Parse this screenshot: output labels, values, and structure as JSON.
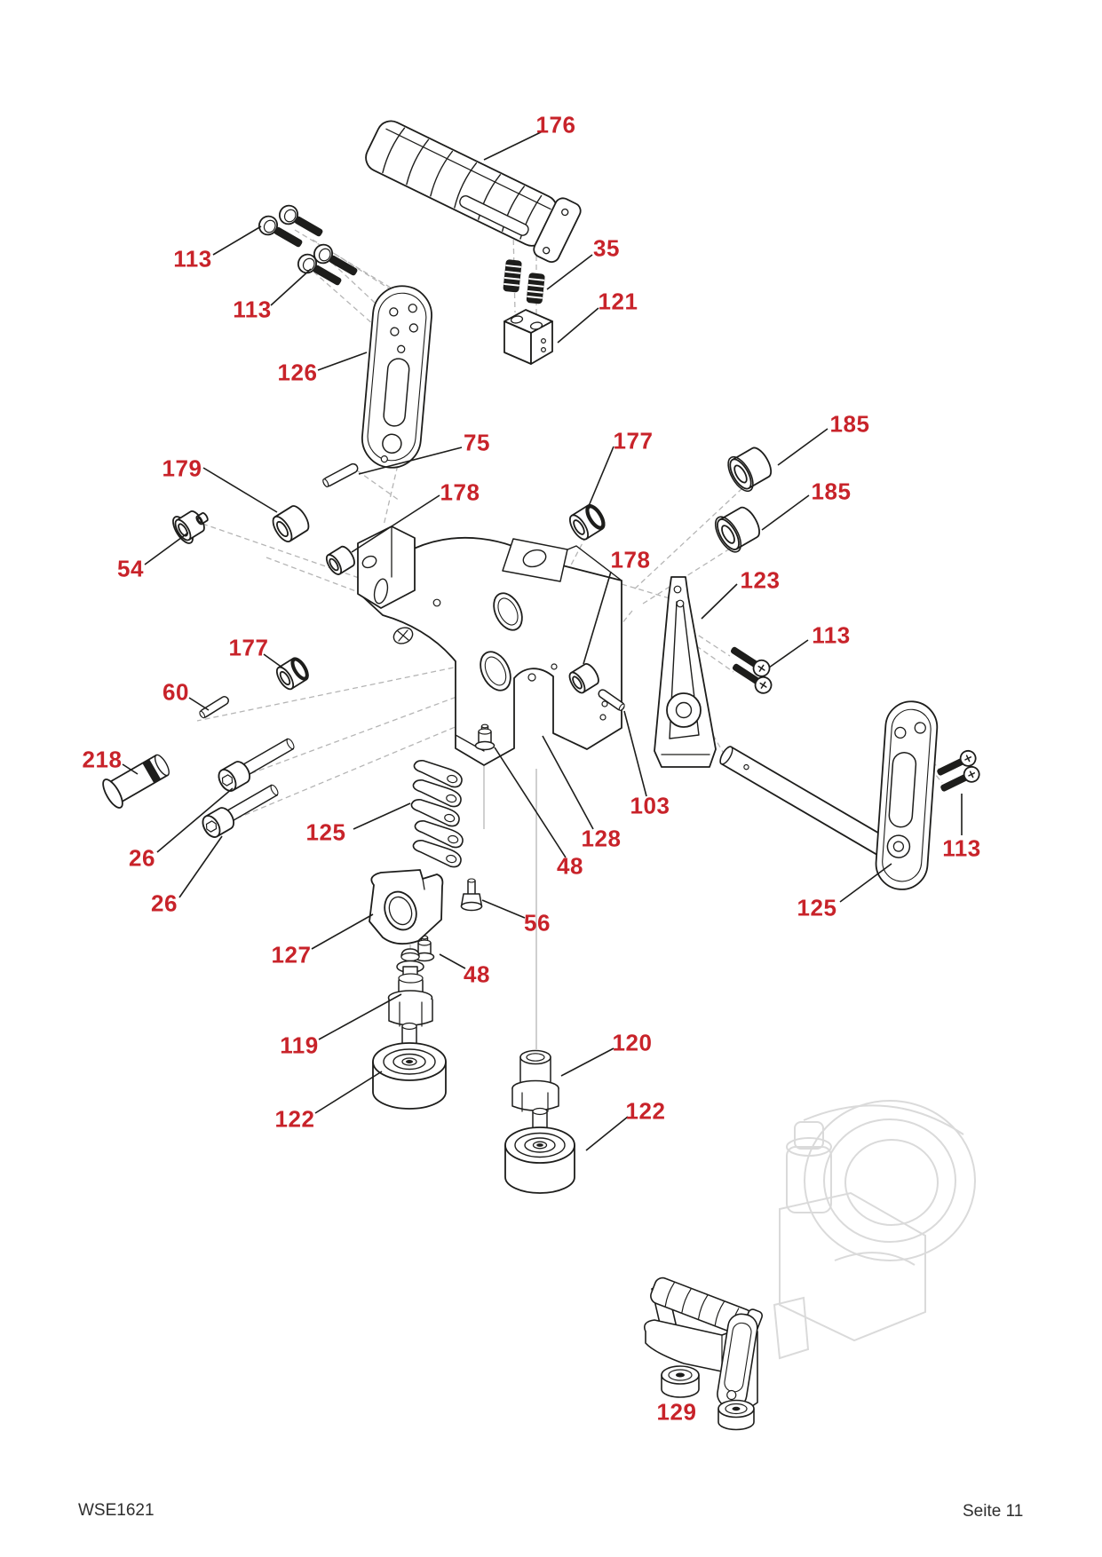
{
  "page": {
    "type": "parts-manual-page",
    "footer": {
      "doc_code": "WSE1621",
      "page_label": "Seite 11"
    },
    "colors": {
      "label_red": "#c8232a",
      "line_black": "#1d1d1b",
      "ghost_gray": "#dadada"
    }
  },
  "diagram": {
    "kind": "exploded-parts-diagram",
    "part_labels": [
      {
        "text": "176",
        "part": "handle-grip"
      },
      {
        "text": "113",
        "part": "pan-head-screws-upper"
      },
      {
        "text": "113",
        "part": "pan-head-screws-lower"
      },
      {
        "text": "35",
        "part": "springs"
      },
      {
        "text": "121",
        "part": "spring-block"
      },
      {
        "text": "126",
        "part": "left-link-plate"
      },
      {
        "text": "75",
        "part": "pin"
      },
      {
        "text": "177",
        "part": "bushing-upper-right"
      },
      {
        "text": "185",
        "part": "bushing-large-1"
      },
      {
        "text": "185",
        "part": "bushing-large-2"
      },
      {
        "text": "179",
        "part": "bushing-left"
      },
      {
        "text": "178",
        "part": "bushing-small-left"
      },
      {
        "text": "54",
        "part": "cap"
      },
      {
        "text": "178",
        "part": "bushing-small-right"
      },
      {
        "text": "123",
        "part": "a-frame-bracket"
      },
      {
        "text": "113",
        "part": "countersunk-screws-mid"
      },
      {
        "text": "177",
        "part": "bushing-lower-left"
      },
      {
        "text": "60",
        "part": "dowel-pin"
      },
      {
        "text": "218",
        "part": "axle-pin"
      },
      {
        "text": "26",
        "part": "cap-screw-1"
      },
      {
        "text": "26",
        "part": "cap-screw-2"
      },
      {
        "text": "125",
        "part": "blade-set"
      },
      {
        "text": "128",
        "part": "frame-arm"
      },
      {
        "text": "103",
        "part": "small-pin"
      },
      {
        "text": "48",
        "part": "flange-nut-upper"
      },
      {
        "text": "113",
        "part": "countersunk-screws-right"
      },
      {
        "text": "56",
        "part": "flange-bolt"
      },
      {
        "text": "48",
        "part": "flange-nut-lower"
      },
      {
        "text": "127",
        "part": "clamp-block"
      },
      {
        "text": "125",
        "part": "right-link-plate"
      },
      {
        "text": "119",
        "part": "support-foot-left"
      },
      {
        "text": "120",
        "part": "support-foot-right"
      },
      {
        "text": "122",
        "part": "roller-left"
      },
      {
        "text": "122",
        "part": "roller-right"
      },
      {
        "text": "129",
        "part": "handle-assembly"
      }
    ]
  }
}
